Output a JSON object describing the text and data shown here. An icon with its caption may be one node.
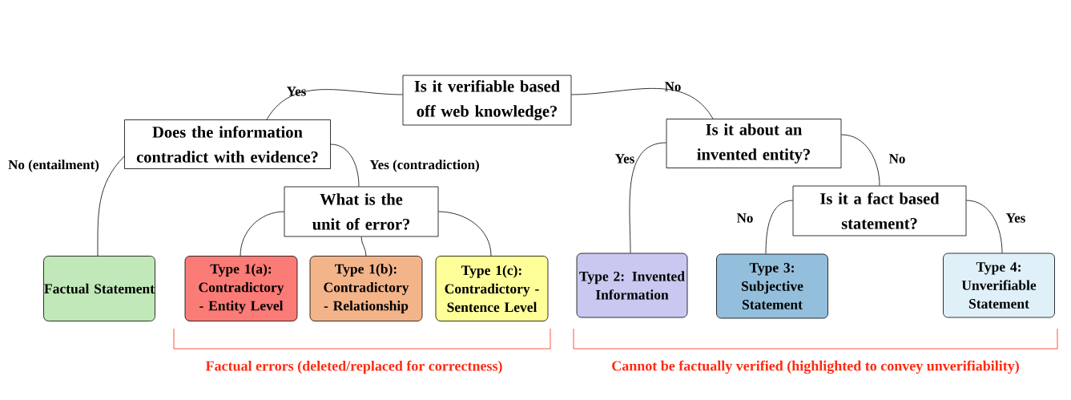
{
  "diagram": {
    "nodes": [
      {
        "text": [
          "Is it verifiable based off web knowledge?"
        ]
      },
      {
        "text": [
          "Does the information contradict with evidence?"
        ]
      },
      {
        "text": [
          "What is the unit of error?"
        ]
      },
      {
        "text": [
          "Factual Statement"
        ]
      },
      {
        "text": [
          "Type 1(a): Contradictory - Entity Level"
        ]
      },
      {
        "text": [
          "Type 1(b): Contradictory - Relationship"
        ]
      },
      {
        "text": [
          "Type 1(c): Contradictory - Sentence Level"
        ]
      },
      {
        "text": [
          "Is it about an invented entity?"
        ]
      },
      {
        "text": [
          "Is it a fact based statement?"
        ]
      },
      {
        "text": [
          "Type 2: Invented Information"
        ]
      },
      {
        "text": [
          "Type 3: Subjective Statement"
        ]
      },
      {
        "text": [
          "Type 4: Unverifiable Statement"
        ]
      }
    ],
    "edges": [
      {
        "from": 0,
        "to": 1,
        "arrow": "none",
        "label": "Yes"
      },
      {
        "from": 0,
        "to": 7,
        "arrow": "none",
        "label": "No"
      },
      {
        "from": 1,
        "to": 3,
        "arrow": "none",
        "label": "No (entailment)"
      },
      {
        "from": 1,
        "to": 2,
        "arrow": "none",
        "label": "Yes (contradiction)"
      },
      {
        "from": 2,
        "to": 4,
        "arrow": "none"
      },
      {
        "from": 2,
        "to": 5,
        "arrow": "none"
      },
      {
        "from": 2,
        "to": 6,
        "arrow": "none"
      },
      {
        "from": 7,
        "to": 9,
        "arrow": "none",
        "label": "Yes"
      },
      {
        "from": 7,
        "to": 8,
        "arrow": "none",
        "label": "No"
      },
      {
        "from": 8,
        "to": 10,
        "arrow": "none",
        "label": "No"
      },
      {
        "from": 8,
        "to": 11,
        "arrow": "none",
        "label": "Yes"
      }
    ],
    "labels": [
      "Factual errors (deleted/replaced for correctness)",
      "Cannot be factually verified (highlighted to convey unverifiability)"
    ]
  }
}
